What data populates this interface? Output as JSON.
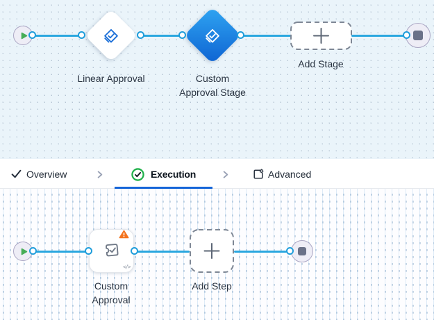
{
  "stage_flow": {
    "linear_approval_label": "Linear Approval",
    "custom_approval_stage_label": "Custom Approval Stage",
    "add_stage_label": "Add Stage",
    "selected_node": "Custom Approval Stage"
  },
  "tab_bar": {
    "tabs": [
      {
        "label": "Overview",
        "icon": "overview-check-icon"
      },
      {
        "label": "Execution",
        "icon": "execution-status-icon",
        "active": true
      },
      {
        "label": "Advanced",
        "icon": "advanced-gear-icon"
      }
    ],
    "active_tab": "Execution"
  },
  "step_flow": {
    "custom_approval_label": "Custom Approval",
    "add_step_label": "Add Step",
    "code_glyph": "</>",
    "has_warning": true
  },
  "icons": {
    "start-icon": "green play triangle in circle",
    "end-icon": "slate stop square in circle",
    "approval-icon": "diamond outline with checkmark",
    "custom-approval-icon": "puzzle sticker with checkmark",
    "plus-icon": "plus",
    "warning-icon": "orange triangle with exclamation",
    "code-icon": "</>",
    "overview-check-icon": "checkmark",
    "execution-status-icon": "green circled checkmark",
    "advanced-gear-icon": "square with gear corner",
    "chevron-separator-icon": "chevron right"
  },
  "colors": {
    "flow_line_blue": "#2aa7df",
    "connector_ring_blue": "#1f9ddb",
    "selected_stage_gradient_start": "#2fa5f2",
    "selected_stage_gradient_end": "#0e63d2",
    "approval_icon_blue": "#1b6fd8",
    "active_tab_underline": "#1565d8",
    "execution_green": "#22b14c",
    "warning_orange": "#f4731d",
    "start_green": "#47ad57",
    "stop_slate": "#6a7188",
    "stage_canvas_bg": "#eaf4fa",
    "step_canvas_bg": "#fdfdff"
  }
}
